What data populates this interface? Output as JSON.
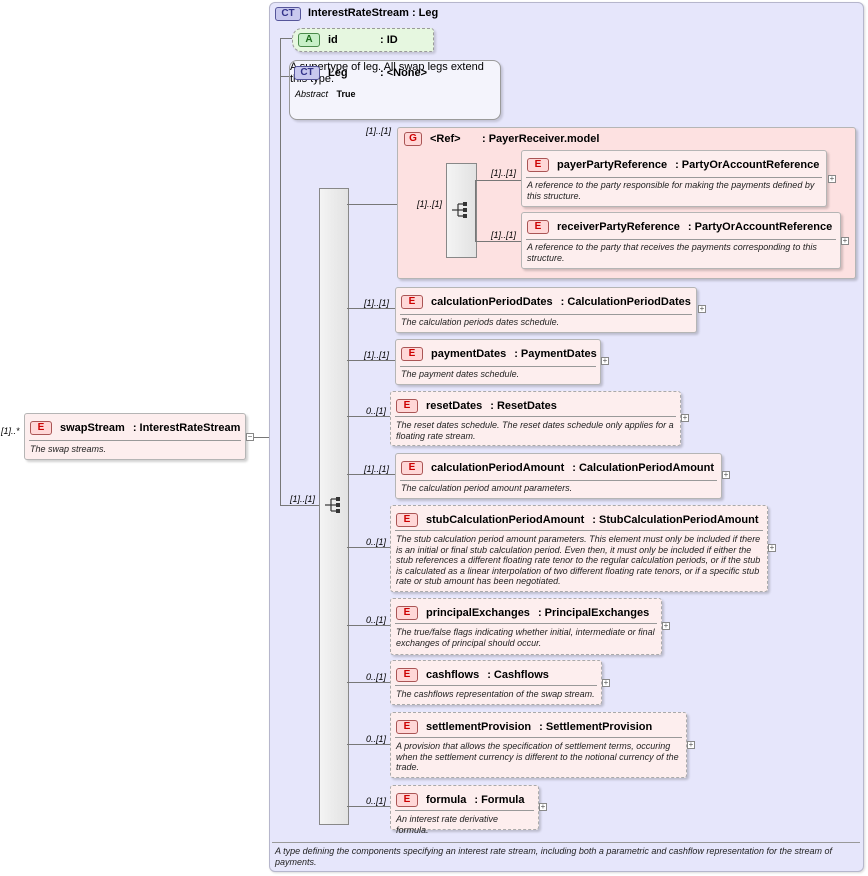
{
  "diagram": {
    "root": {
      "badge": "E",
      "cardinality": "[1]..*",
      "name": "swapStream",
      "type": ": InterestRateStream",
      "description": "The swap streams."
    },
    "complex_type": {
      "badge": "CT",
      "name": "InterestRateStream",
      "type": ": Leg",
      "footer": "A type defining the components specifying an interest rate stream, including both a parametric and cashflow representation for the stream of payments."
    },
    "attribute": {
      "badge": "A",
      "name": "id",
      "type": ": ID"
    },
    "base_type": {
      "badge": "CT",
      "name": "Leg",
      "type": ": <None>",
      "abstract_label": "Abstract",
      "abstract_value": "True",
      "description": "A supertype of leg. All swap legs extend this type."
    },
    "sequence_cardinality": "[1]..[1]",
    "group": {
      "badge": "G",
      "cardinality": "[1]..[1]",
      "name": "<Ref>",
      "type": ": PayerReceiver.model",
      "inner_cardinality": "[1]..[1]",
      "elements": [
        {
          "badge": "E",
          "cardinality": "[1]..[1]",
          "name": "payerPartyReference",
          "type": ": PartyOrAccountReference",
          "description": "A reference to the party responsible for making the payments defined by this structure."
        },
        {
          "badge": "E",
          "cardinality": "[1]..[1]",
          "name": "receiverPartyReference",
          "type": ": PartyOrAccountReference",
          "description": "A reference to the party that receives the payments corresponding to this structure."
        }
      ]
    },
    "elements": [
      {
        "badge": "E",
        "cardinality": "[1]..[1]",
        "name": "calculationPeriodDates",
        "type": ": CalculationPeriodDates",
        "description": "The calculation periods dates schedule."
      },
      {
        "badge": "E",
        "cardinality": "[1]..[1]",
        "name": "paymentDates",
        "type": ": PaymentDates",
        "description": "The payment dates schedule."
      },
      {
        "badge": "E",
        "cardinality": "0..[1]",
        "name": "resetDates",
        "type": ": ResetDates",
        "description": "The reset dates schedule. The reset dates schedule only applies for a floating rate stream."
      },
      {
        "badge": "E",
        "cardinality": "[1]..[1]",
        "name": "calculationPeriodAmount",
        "type": ": CalculationPeriodAmount",
        "description": "The calculation period amount parameters."
      },
      {
        "badge": "E",
        "cardinality": "0..[1]",
        "name": "stubCalculationPeriodAmount",
        "type": ": StubCalculationPeriodAmount",
        "description": "The stub calculation period amount parameters. This element must only be included if there is an initial or final stub calculation period. Even then, it must only be included if either the stub references a different floating rate tenor to the regular calculation periods, or if the stub is calculated as a linear interpolation of two different floating rate tenors, or if a specific stub rate or stub amount has been negotiated."
      },
      {
        "badge": "E",
        "cardinality": "0..[1]",
        "name": "principalExchanges",
        "type": ": PrincipalExchanges",
        "description": "The true/false flags indicating whether initial, intermediate or final exchanges of principal should occur."
      },
      {
        "badge": "E",
        "cardinality": "0..[1]",
        "name": "cashflows",
        "type": ": Cashflows",
        "description": "The cashflows representation of the swap stream."
      },
      {
        "badge": "E",
        "cardinality": "0..[1]",
        "name": "settlementProvision",
        "type": ": SettlementProvision",
        "description": "A provision that allows the specification of settlement terms, occuring when the settlement currency is different to the notional currency of the trade."
      },
      {
        "badge": "E",
        "cardinality": "0..[1]",
        "name": "formula",
        "type": ": Formula",
        "description": "An interest rate derivative formula."
      }
    ],
    "expand_symbol": "+",
    "collapse_symbol": "−"
  }
}
